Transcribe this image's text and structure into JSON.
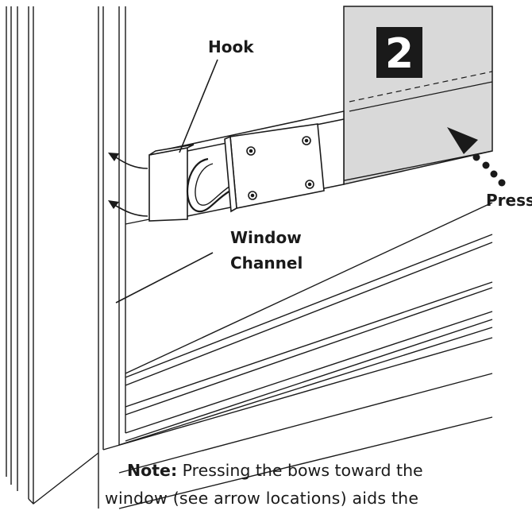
{
  "step_number": "2",
  "labels": {
    "hook": "Hook",
    "window_line1": "Window",
    "window_line2": "Channel",
    "press": "Press"
  },
  "note": {
    "bold": "Note:",
    "line1": " Pressing the bows toward the",
    "line2": "window (see arrow locations) aids the"
  },
  "colors": {
    "ink": "#1a1a1a",
    "fabric": "#d9d9d9",
    "badge": "#1a1a1a"
  }
}
